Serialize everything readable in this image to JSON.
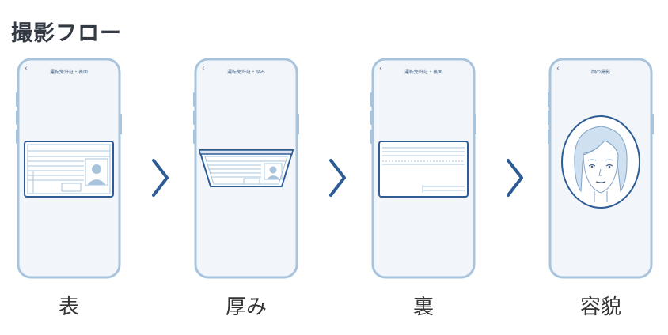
{
  "page": {
    "title": "撮影フロー"
  },
  "steps": [
    {
      "screen_title": "運転免許証・表面",
      "label": "表"
    },
    {
      "screen_title": "運転免許証・厚み",
      "label": "厚み"
    },
    {
      "screen_title": "運転免許証・裏面",
      "label": "裏"
    },
    {
      "screen_title": "顔の撮影",
      "label": "容貌"
    }
  ],
  "icons": {
    "back": "chevron-left-icon",
    "next": "chevron-right-icon"
  },
  "colors": {
    "phone_border": "#a8c4dc",
    "screen_bg": "#f2f6fb",
    "card_stroke": "#2e5c94",
    "arrow": "#2e5c94"
  }
}
